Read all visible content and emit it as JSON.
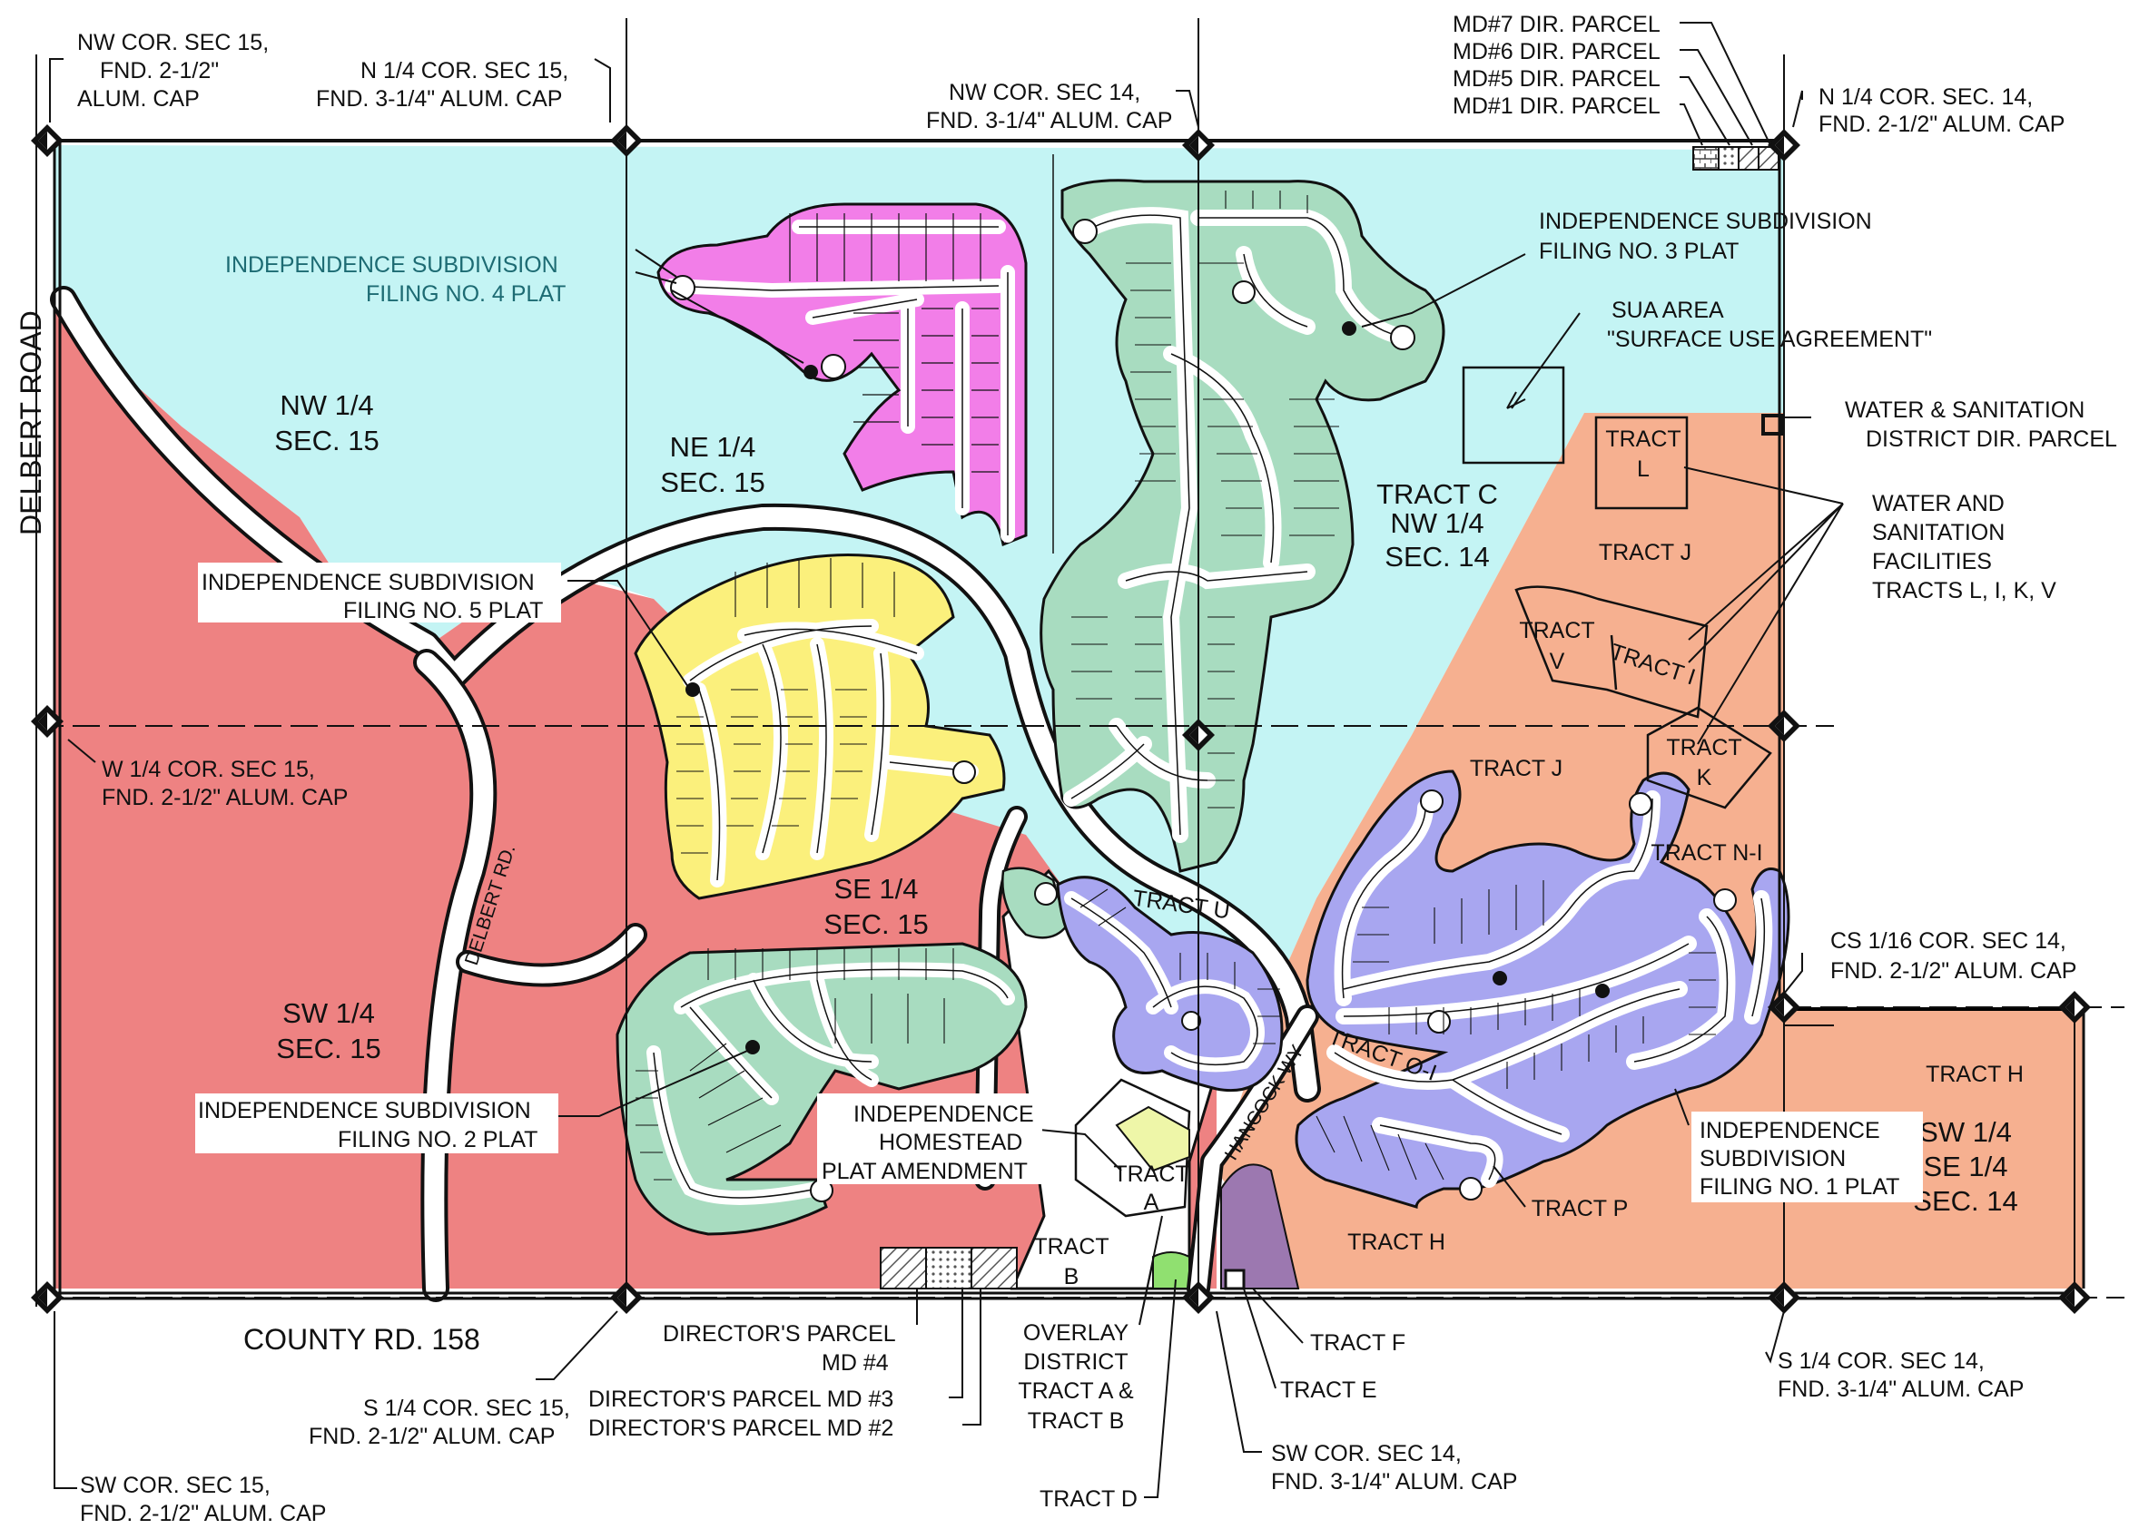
{
  "colors": {
    "nw_sec15": "#c4f4f4",
    "sw_sec15": "#ee8282",
    "sec14_east": "#f6b090",
    "filing4": "#f27ee8",
    "filing5": "#fbf07c",
    "filing2_3": "#a8dcc0",
    "filing1": "#a8a6f0",
    "homestead": "#ffffff",
    "tract_d": "#90e070",
    "tract_f": "#9c78b0",
    "homestead_amend": "#eef6a8"
  },
  "roads": {
    "delbert_road": "DELBERT ROAD",
    "county_rd": "COUNTY RD. 158",
    "delbert_rd": "DELBERT RD.",
    "hancock_wy": "HANCOCK WY"
  },
  "quarters": {
    "nw15": [
      "NW 1/4",
      "SEC. 15"
    ],
    "ne15": [
      "NE 1/4",
      "SEC. 15"
    ],
    "sw15": [
      "SW 1/4",
      "SEC. 15"
    ],
    "se15": [
      "SE 1/4",
      "SEC. 15"
    ],
    "tractc": [
      "TRACT C",
      "NW 1/4",
      "SEC. 14"
    ],
    "swse14": [
      "SW 1/4",
      "SE 1/4",
      "SEC. 14"
    ]
  },
  "corners": {
    "nw15": [
      "NW COR. SEC 15,",
      "FND. 2-1/2\"",
      "ALUM. CAP"
    ],
    "n15": [
      "N 1/4 COR. SEC 15,",
      "FND. 3-1/4\" ALUM. CAP"
    ],
    "nw14": [
      "NW COR. SEC 14,",
      "FND. 3-1/4\" ALUM. CAP"
    ],
    "n14": [
      "N 1/4 COR. SEC. 14,",
      "FND. 2-1/2\" ALUM. CAP"
    ],
    "w15": [
      "W 1/4 COR. SEC 15,",
      "FND. 2-1/2\" ALUM. CAP"
    ],
    "cs14": [
      "CS 1/16 COR. SEC 14,",
      "FND. 2-1/2\" ALUM. CAP"
    ],
    "s15": [
      "S 1/4 COR. SEC 15,",
      "FND. 2-1/2\" ALUM. CAP"
    ],
    "sw15": [
      "SW COR. SEC 15,",
      "FND. 2-1/2\" ALUM. CAP"
    ],
    "sw14": [
      "SW COR. SEC 14,",
      "FND. 3-1/4\" ALUM. CAP"
    ],
    "s14": [
      "S 1/4 COR. SEC 14,",
      "FND. 3-1/4\" ALUM. CAP"
    ]
  },
  "md_parcels": [
    "MD#7 DIR. PARCEL",
    "MD#6 DIR. PARCEL",
    "MD#5 DIR. PARCEL",
    "MD#1 DIR. PARCEL"
  ],
  "filings": {
    "f4": [
      "INDEPENDENCE SUBDIVISION",
      "FILING NO. 4 PLAT"
    ],
    "f3": [
      "INDEPENDENCE SUBDIVISION",
      "FILING NO. 3 PLAT"
    ],
    "f5": [
      "INDEPENDENCE SUBDIVISION",
      "FILING NO. 5 PLAT"
    ],
    "f2": [
      "INDEPENDENCE SUBDIVISION",
      "FILING NO. 2 PLAT"
    ],
    "f1": [
      "INDEPENDENCE",
      "SUBDIVISION",
      "FILING NO. 1 PLAT"
    ],
    "homestead": [
      "INDEPENDENCE",
      "HOMESTEAD",
      "PLAT AMENDMENT"
    ]
  },
  "sua": [
    "SUA AREA",
    "\"SURFACE USE AGREEMENT\""
  ],
  "water_parcel": [
    "WATER & SANITATION",
    "DISTRICT DIR. PARCEL"
  ],
  "water_tracts": [
    "WATER AND",
    "SANITATION",
    "FACILITIES",
    "TRACTS L, I, K, V"
  ],
  "tracts": {
    "l": [
      "TRACT",
      "L"
    ],
    "j_top": "TRACT J",
    "v": [
      "TRACT",
      "V"
    ],
    "i": "TRACT I",
    "k": [
      "TRACT",
      "K"
    ],
    "j_mid": "TRACT J",
    "n1": "TRACT N-I",
    "u": "TRACT U",
    "o1": "TRACT O-I",
    "a": [
      "TRACT",
      "A"
    ],
    "b": [
      "TRACT",
      "B"
    ],
    "h_right": "TRACT H",
    "h_bottom": "TRACT H",
    "p": "TRACT P",
    "f": "TRACT F",
    "e": "TRACT E",
    "d": "TRACT D"
  },
  "directors": {
    "md4": [
      "DIRECTOR'S PARCEL",
      "MD #4"
    ],
    "md3": "DIRECTOR'S PARCEL MD #3",
    "md2": "DIRECTOR'S PARCEL MD #2"
  },
  "overlay": [
    "OVERLAY",
    "DISTRICT",
    "TRACT A &",
    "TRACT B"
  ]
}
